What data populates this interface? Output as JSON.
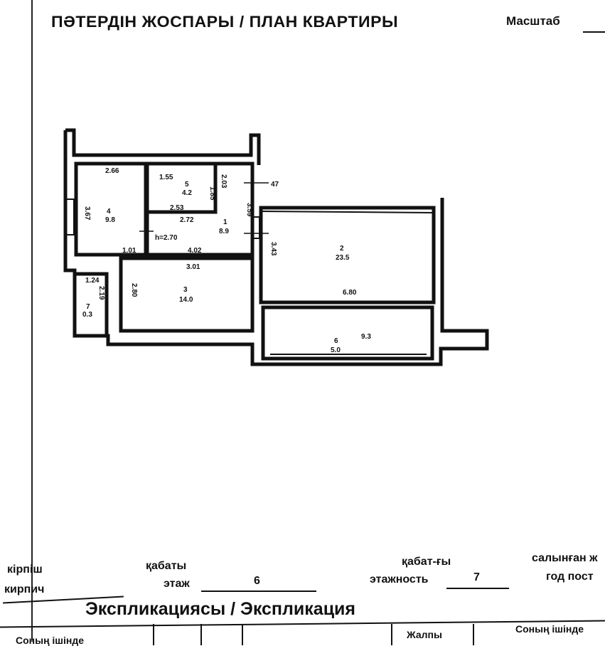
{
  "header": {
    "title": "ПӘТЕРДІН ЖОСПАРЫ / ПЛАН КВАРТИРЫ",
    "scale_label": "Масштаб"
  },
  "plan": {
    "rooms": [
      {
        "number": "4",
        "area": "9.8"
      },
      {
        "number": "5",
        "area": "4.2"
      },
      {
        "number": "1",
        "area": "8.9"
      },
      {
        "number": "3",
        "area": "14.0"
      },
      {
        "number": "7",
        "area": "0.3"
      },
      {
        "number": "2",
        "area": "23.5"
      },
      {
        "number": "6",
        "area": "5.0"
      }
    ],
    "dimensions": [
      "2.66",
      "1.55",
      "1.85",
      "2.03",
      "3.67",
      "2.53",
      "2.72",
      "3.59",
      "1.01",
      "4.02",
      "3.01",
      "3.43",
      "1.24",
      "2.19",
      "2.80",
      "6.80",
      "47"
    ],
    "height_label": "h=2.70",
    "balcony_mark": "9.3"
  },
  "form": {
    "wall_label_kz": "кірпіш",
    "wall_label_ru": "кирпич",
    "floor_label_kz": "қабаты",
    "floor_label_ru": "этаж",
    "floor_value": "6",
    "floors_label_kz": "қабат-ғы",
    "floors_label_ru": "этажность",
    "floors_value": "7",
    "built_label_kz": "салынған ж",
    "built_label_ru": "год пост"
  },
  "explication": {
    "title": "Экспликациясы / Экспликация",
    "headers": [
      "Соның ішінде",
      "Жалпы",
      "Соның ішінде"
    ]
  }
}
